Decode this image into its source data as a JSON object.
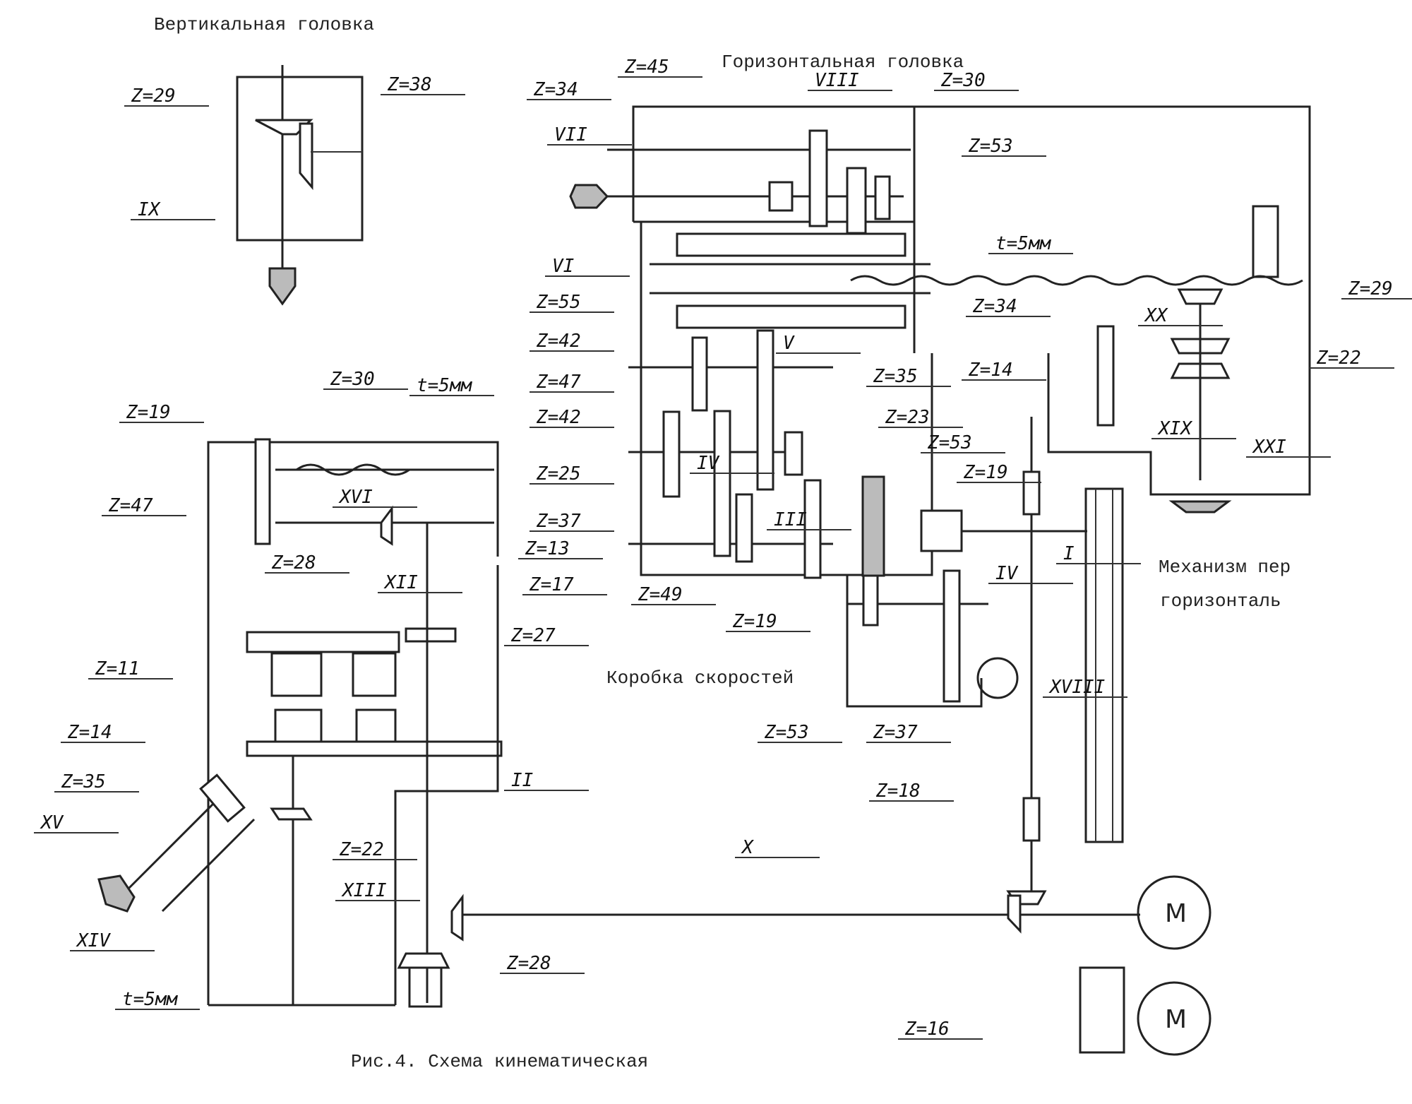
{
  "titles": {
    "vertical_head": "Вертикальная головка",
    "horizontal_head": "Горизонтальная головка",
    "gearbox": "Коробка скоростей",
    "feed_mechanism_line1": "Механизм пер",
    "feed_mechanism_line2": "горизонталь"
  },
  "caption": "Рис.4. Схема кинематическая",
  "motor_label": "M",
  "labels": [
    "Z=29",
    "Z=38",
    "IX",
    "Z=45",
    "Z=34",
    "VIII",
    "Z=30",
    "VII",
    "Z=53",
    "VI",
    "t=5мм",
    "Z=29",
    "Z=34",
    "XX",
    "Z=22",
    "Z=14",
    "XIX",
    "XXI",
    "Z=55",
    "Z=42",
    "V",
    "Z=47",
    "Z=35",
    "Z=42",
    "Z=23",
    "Z=53",
    "IV",
    "Z=25",
    "Z=19",
    "III",
    "Z=37",
    "I",
    "Z=49",
    "IV",
    "Z=19",
    "XVIII",
    "Z=53",
    "Z=37",
    "Z=30",
    "t=5мм",
    "Z=19",
    "XVI",
    "Z=47",
    "Z=13",
    "Z=17",
    "Z=28",
    "XII",
    "Z=27",
    "Z=11",
    "Z=14",
    "Z=35",
    "XV",
    "Z=22",
    "II",
    "XIII",
    "XIV",
    "Z=28",
    "t=5мм",
    "X",
    "Z=18",
    "Z=16"
  ]
}
